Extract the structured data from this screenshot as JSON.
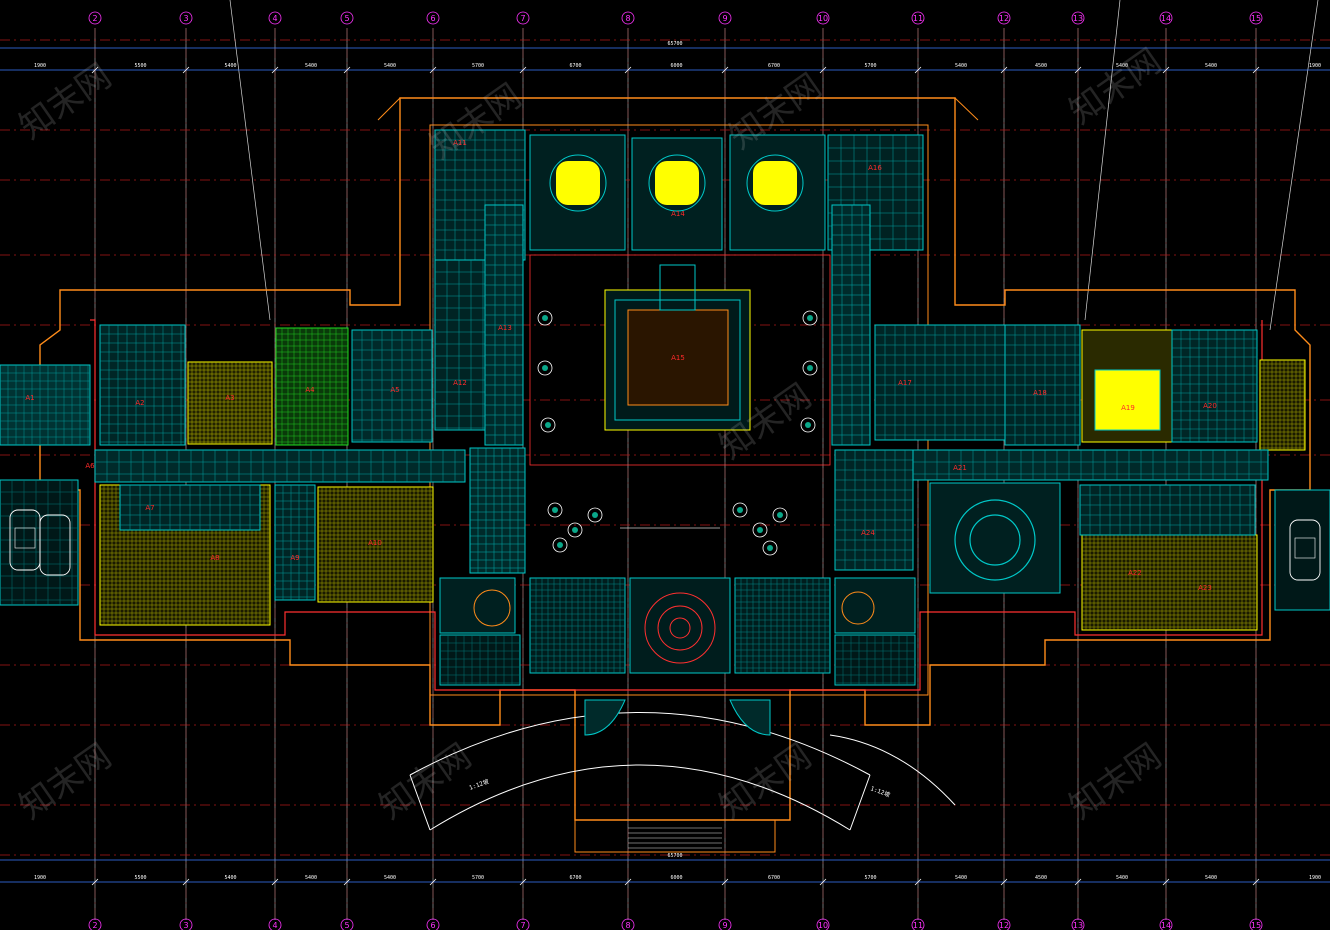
{
  "drawing": {
    "type": "CAD reflected ceiling plan",
    "background_color": "#000000",
    "colors": {
      "grid_red": "#b01818",
      "axis_magenta": "#ff33ff",
      "dimension_blue": "#3a7bff",
      "wall_orange": "#ff8c1a",
      "ceiling_cyan": "#00c8c8",
      "fixture_yellow": "#ffff00",
      "fill_green": "#22dd22",
      "tag_red": "#ff2a2a"
    },
    "axis_labels": [
      "2",
      "3",
      "4",
      "5",
      "6",
      "7",
      "8",
      "9",
      "10",
      "11",
      "12",
      "13",
      "14",
      "15"
    ],
    "top_dimensions": {
      "overall": "65700",
      "left_end": "1900",
      "right_end": "1900",
      "spans": [
        "5500",
        "5400",
        "5400",
        "5400",
        "5700",
        "6700",
        "6000",
        "6700",
        "5700",
        "5400",
        "4500",
        "5400",
        "5400"
      ]
    },
    "bottom_dimensions": {
      "overall": "65700",
      "left_end": "1900",
      "right_end": "1900",
      "spans": [
        "5500",
        "5400",
        "5400",
        "5400",
        "5700",
        "6700",
        "6000",
        "6700",
        "5700",
        "5400",
        "4500",
        "5400",
        "5400"
      ]
    },
    "ramp_labels": {
      "left": "1:12坡",
      "right": "1:12坡"
    },
    "room_tags": [
      "A1",
      "A2",
      "A3",
      "A4",
      "A5",
      "A6",
      "A7",
      "A8",
      "A9",
      "A10",
      "A11",
      "A12",
      "A13",
      "A14",
      "A15",
      "A16",
      "A17",
      "A18",
      "A19",
      "A20",
      "A21",
      "A22",
      "A23",
      "A24"
    ],
    "watermark": "知末网",
    "icons": [
      "car-icon",
      "tree-icon",
      "ceiling-light-icon"
    ]
  }
}
